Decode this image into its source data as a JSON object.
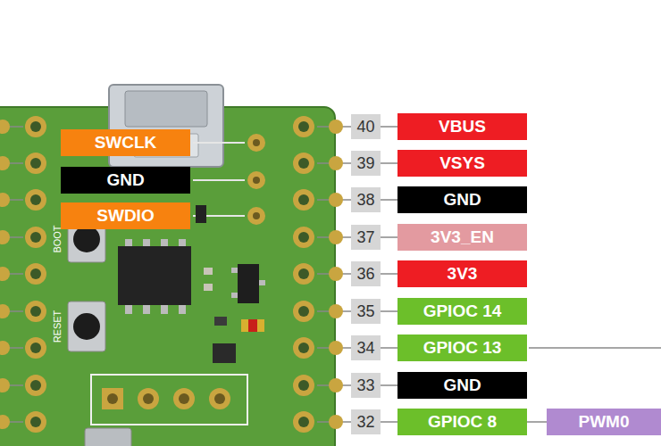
{
  "diagram": {
    "nodes": [
      {
        "text": [
          "SWCLK"
        ]
      },
      {
        "text": [
          "GND"
        ]
      },
      {
        "text": [
          "SWDIO"
        ]
      },
      {
        "text": [
          "40"
        ]
      },
      {
        "text": [
          "VBUS"
        ]
      },
      {
        "text": [
          "39"
        ]
      },
      {
        "text": [
          "VSYS"
        ]
      },
      {
        "text": [
          "38"
        ]
      },
      {
        "text": [
          "GND"
        ]
      },
      {
        "text": [
          "37"
        ]
      },
      {
        "text": [
          "3V3_EN"
        ]
      },
      {
        "text": [
          "36"
        ]
      },
      {
        "text": [
          "3V3"
        ]
      },
      {
        "text": [
          "35"
        ]
      },
      {
        "text": [
          "GPIOC 14"
        ]
      },
      {
        "text": [
          "34"
        ]
      },
      {
        "text": [
          "GPIOC 13"
        ]
      },
      {
        "text": [
          "33"
        ]
      },
      {
        "text": [
          "GND"
        ]
      },
      {
        "text": [
          "32"
        ]
      },
      {
        "text": [
          "GPIOC 8"
        ]
      },
      {
        "text": [
          "PWM0"
        ]
      }
    ],
    "edges": [
      {
        "from": 3,
        "to": 4,
        "arrow": "none"
      },
      {
        "from": 5,
        "to": 6,
        "arrow": "none"
      },
      {
        "from": 7,
        "to": 8,
        "arrow": "none"
      },
      {
        "from": 9,
        "to": 10,
        "arrow": "none"
      },
      {
        "from": 11,
        "to": 12,
        "arrow": "none"
      },
      {
        "from": 13,
        "to": 14,
        "arrow": "none"
      },
      {
        "from": 15,
        "to": 16,
        "arrow": "none"
      },
      {
        "from": 17,
        "to": 18,
        "arrow": "none"
      },
      {
        "from": 19,
        "to": 20,
        "arrow": "none"
      },
      {
        "from": 20,
        "to": 21,
        "arrow": "none"
      }
    ],
    "labels": [
      "BOOT",
      "RESET"
    ]
  }
}
